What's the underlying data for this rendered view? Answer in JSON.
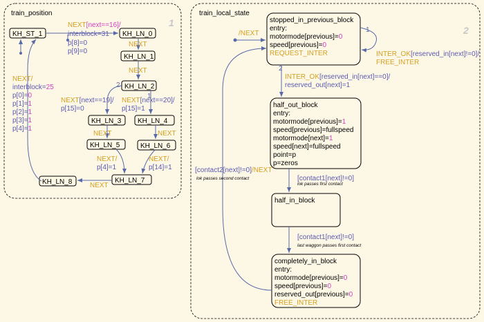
{
  "groups": [
    {
      "title": "train_position",
      "number": "1"
    },
    {
      "title": "train_local_state",
      "number": "2"
    }
  ],
  "states_left": [
    "KH_ST_1",
    "KH_LN_0",
    "KH_LN_1",
    "KH_LN_2",
    "KH_LN_3",
    "KH_LN_4",
    "KH_LN_5",
    "KH_LN_6",
    "KH_LN_7",
    "KH_LN_8"
  ],
  "labels_left": {
    "st1_ln0": {
      "ev": "NEXT",
      "cond": "[next==16]/",
      "line2": "interblock=31",
      "a1": "p[8]=0",
      "a2": "p[9]=0"
    },
    "ln0_ln1": "NEXT",
    "ln1_ln2": "NEXT",
    "ln2_ln3": {
      "ev": "NEXT",
      "cond": "[next==19]/",
      "a": "p[15]=0"
    },
    "ln2_ln4": {
      "ev": "NEXT",
      "cond": "[next==20]/",
      "a": "p[15]=1"
    },
    "ln3_ln5": "NEXT",
    "ln4_ln6": "NEXT",
    "ln5_ln7": {
      "ev": "NEXT/",
      "a": "p[4]=1"
    },
    "ln6_ln7": {
      "ev": "NEXT/",
      "a": "p[14]=1"
    },
    "ln7_ln8": "NEXT",
    "ln8_st1": {
      "ev": "NEXT/",
      "c1": "interblock=",
      "v1": "25",
      "a1": "p[0]=",
      "v2": "0",
      "a2": "p[1]=",
      "v3": "1",
      "a3": "p[2]=",
      "v4": "1",
      "a4": "p[3]=",
      "v5": "1",
      "a5": "p[4]=",
      "v6": "1"
    },
    "prio2": "2",
    "prio1": "1"
  },
  "states_right": {
    "stopped": {
      "name": "stopped_in_previous_block",
      "entry": "entry:",
      "l1a": "motormode[previous]=",
      "l1b": "0",
      "l2a": "speed[previous]=",
      "l2b": "0",
      "l3": "REQUEST_INTER"
    },
    "half_out": {
      "name": "half_out_block",
      "entry": "entry:",
      "l1a": "motormode[previous]=",
      "l1b": "1",
      "l2": "speed[previous]=fullspeed",
      "l3a": "motormode[next]=",
      "l3b": "1",
      "l4": "speed[next]=fullspeed",
      "l5": "point=p",
      "l6": "p=zeros"
    },
    "half_in": {
      "name": "half_in_block"
    },
    "completely": {
      "name": "completely_in_block",
      "entry": "entry:",
      "l1a": "motormode[previous]=",
      "l1b": "0",
      "l2a": "speed[previous]=",
      "l2b": "0",
      "l3a": "reserved_out[previous]=",
      "l3b": "0",
      "l4": "FREE_INTER"
    }
  },
  "labels_right": {
    "default": "/NEXT",
    "self_loop": {
      "ev": "INTER_OK",
      "cond": "[reserved_in[next]!=0]/",
      "a": "FREE_INTER",
      "prio": "1"
    },
    "to_half_out": {
      "prio": "2",
      "ev": "INTER_OK",
      "cond": "[reserved_in[next]==0]/",
      "a": "reserved_out[next]=1"
    },
    "to_half_in": {
      "cond": "[contact1[next]!=0]",
      "note": "lok passes first contact"
    },
    "to_completely": {
      "cond": "[contact1[next]!=0]",
      "note": "last waggon passes first contact"
    },
    "back": {
      "cond": "[contact2[next]!=0]",
      "ev": "/NEXT",
      "note": "lok passes second contact"
    }
  }
}
